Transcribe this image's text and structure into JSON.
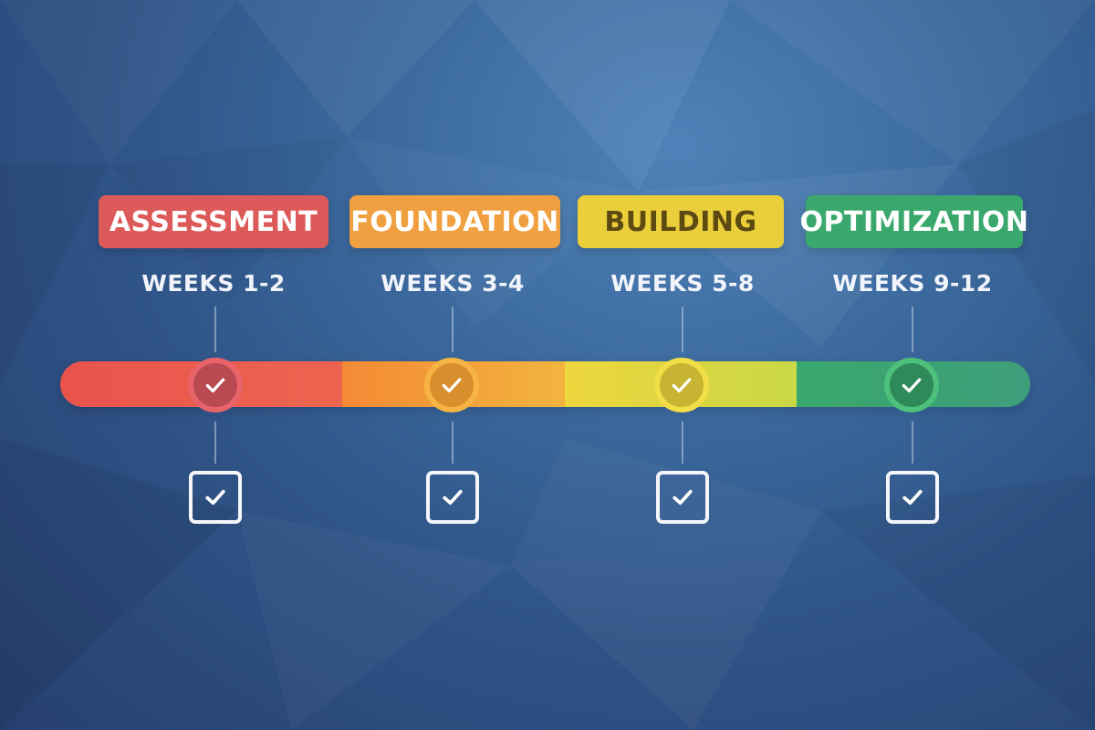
{
  "phases": [
    {
      "name": "ASSESSMENT",
      "weeks": "WEEKS 1-2",
      "color": "#dd5a5a",
      "text_color": "#ffffff",
      "status": "complete"
    },
    {
      "name": "FOUNDATION",
      "weeks": "WEEKS 3-4",
      "color": "#f0a040",
      "text_color": "#ffffff",
      "status": "complete"
    },
    {
      "name": "BUILDING",
      "weeks": "WEEKS 5-8",
      "color": "#ebcf3a",
      "text_color": "#5c4a12",
      "status": "complete"
    },
    {
      "name": "OPTIMIZATION",
      "weeks": "WEEKS 9-12",
      "color": "#3aa86c",
      "text_color": "#ffffff",
      "status": "complete"
    }
  ],
  "track_colors": {
    "assessment": [
      "#e8534c",
      "#ec6550"
    ],
    "foundation": [
      "#f58a35",
      "#f2b43f"
    ],
    "building": [
      "#eed63d",
      "#c9d845"
    ],
    "optimization": [
      "#3aa86c",
      "#3e9e7c"
    ]
  },
  "icons": {
    "node_check": "check-icon",
    "checkbox_check": "checkbox-checked-icon"
  }
}
